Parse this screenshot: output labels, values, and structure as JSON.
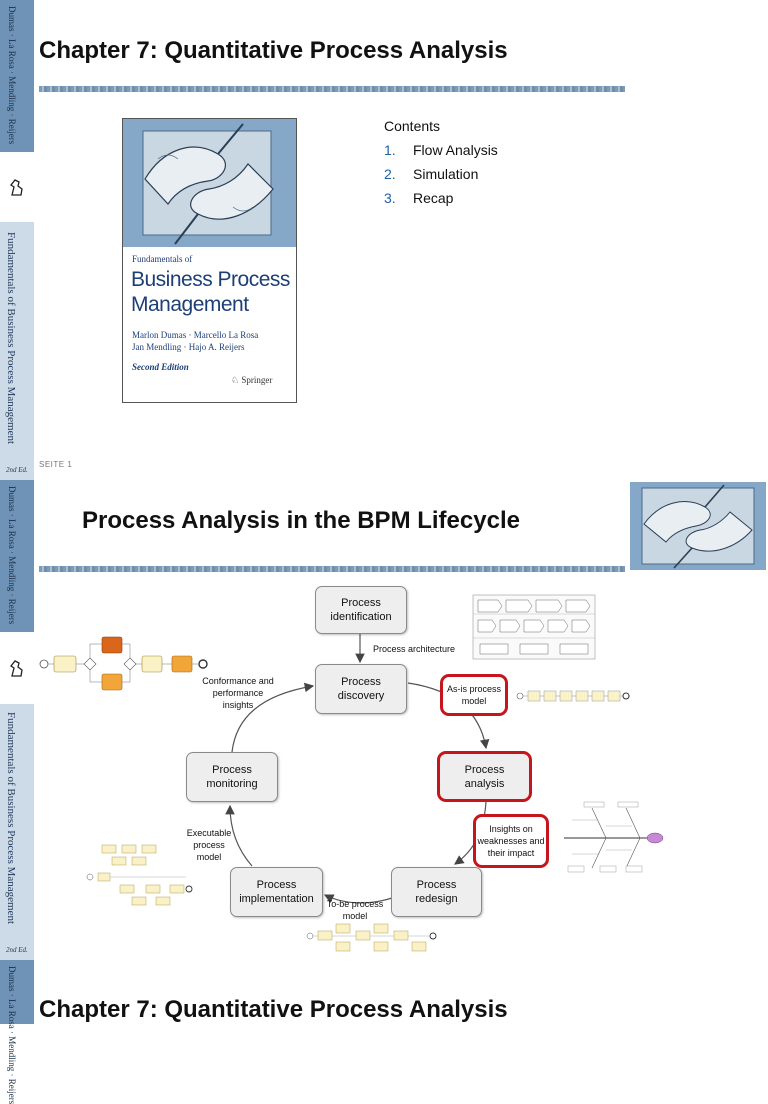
{
  "spine": {
    "authors": "Dumas · La Rosa · Mendling · Reijers",
    "book_title": "Fundamentals of Business Process Management",
    "edition_tag": "2nd Ed."
  },
  "slide1": {
    "title": "Chapter 7: Quantitative Process Analysis",
    "cover": {
      "subtitle": "Fundamentals of",
      "title_line1": "Business Process",
      "title_line2": "Management",
      "authors_line1": "Marlon Dumas · Marcello La Rosa",
      "authors_line2": "Jan Mendling · Hajo A. Reijers",
      "edition": "Second Edition",
      "publisher": "Springer"
    },
    "contents_heading": "Contents",
    "contents": [
      {
        "num": "1.",
        "label": "Flow Analysis"
      },
      {
        "num": "2.",
        "label": "Simulation"
      },
      {
        "num": "3.",
        "label": "Recap"
      }
    ],
    "page_label": "SEITE 1"
  },
  "slide2": {
    "title": "Process Analysis in the BPM Lifecycle",
    "boxes": {
      "identification": [
        "Process",
        "identification"
      ],
      "discovery": [
        "Process",
        "discovery"
      ],
      "analysis": [
        "Process",
        "analysis"
      ],
      "redesign": [
        "Process",
        "redesign"
      ],
      "implementation": [
        "Process",
        "implementation"
      ],
      "monitoring": [
        "Process",
        "monitoring"
      ]
    },
    "labels": {
      "architecture": "Process architecture",
      "asis": [
        "As-is process",
        "model"
      ],
      "insights": [
        "Insights on",
        "weaknesses and",
        "their impact"
      ],
      "tobe": [
        "To-be process",
        "model"
      ],
      "executable": [
        "Executable",
        "process",
        "model"
      ],
      "conformance": [
        "Conformance and",
        "performance",
        "insights"
      ]
    }
  },
  "slide3": {
    "title": "Chapter 7: Quantitative Process Analysis"
  },
  "colors": {
    "highlight": "#c4161c",
    "rule": "#7f9bb7",
    "toc_number": "#1f5fa8",
    "cover_text": "#1d3f77"
  }
}
